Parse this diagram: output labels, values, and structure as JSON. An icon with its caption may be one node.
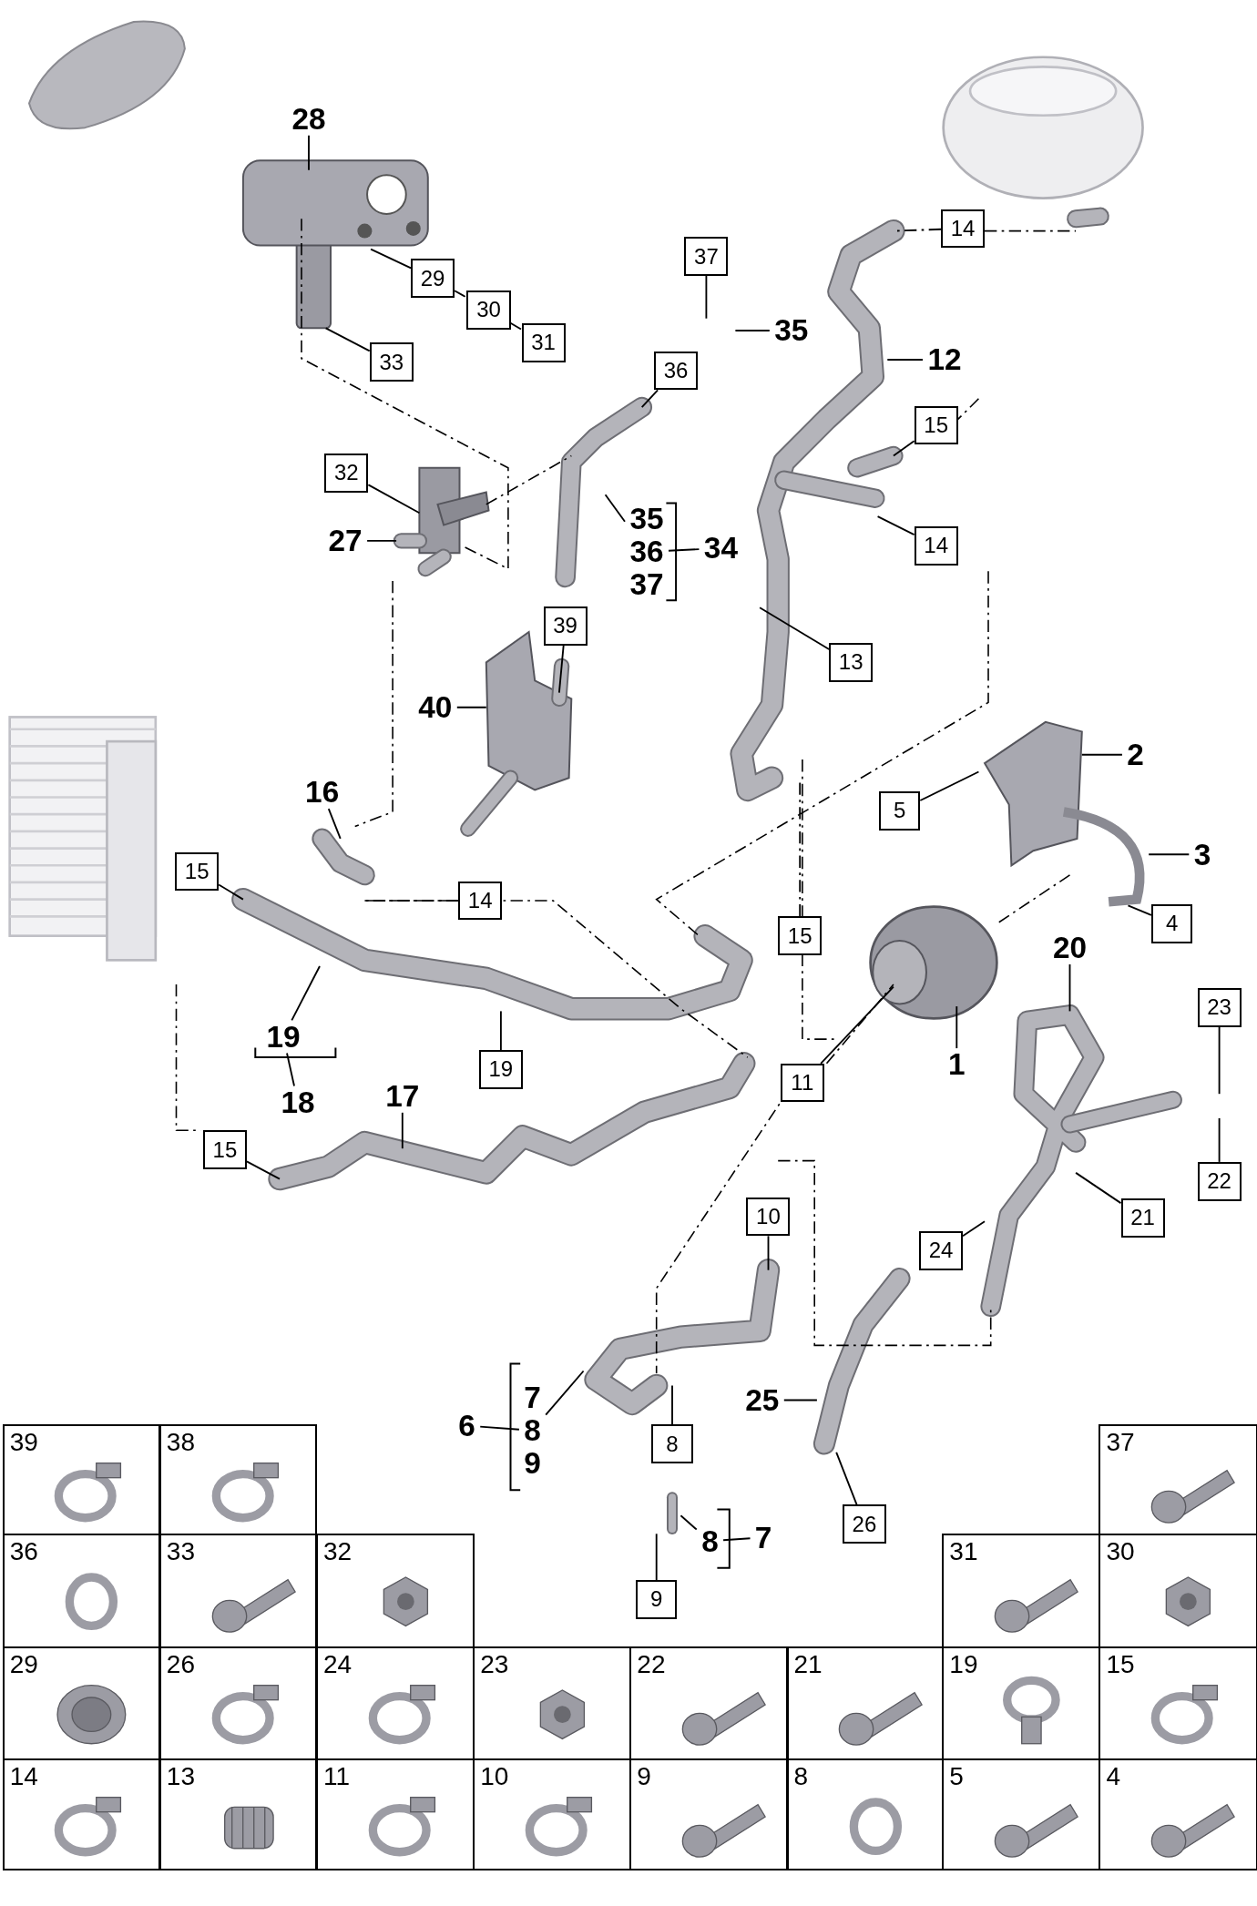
{
  "diagram": {
    "nodes": [
      {
        "text": [
          "28"
        ]
      },
      {
        "text": [
          "29"
        ]
      },
      {
        "text": [
          "30"
        ]
      },
      {
        "text": [
          "31"
        ]
      },
      {
        "text": [
          "33"
        ]
      },
      {
        "text": [
          "32"
        ]
      },
      {
        "text": [
          "27"
        ]
      },
      {
        "text": [
          "37"
        ]
      },
      {
        "text": [
          "35"
        ]
      },
      {
        "text": [
          "36"
        ]
      },
      {
        "text": [
          "14"
        ]
      },
      {
        "text": [
          "12"
        ]
      },
      {
        "text": [
          "15"
        ]
      },
      {
        "text": [
          "14"
        ]
      },
      {
        "text": [
          "35",
          "36",
          "37"
        ]
      },
      {
        "text": [
          "34"
        ]
      },
      {
        "text": [
          "39"
        ]
      },
      {
        "text": [
          "13"
        ]
      },
      {
        "text": [
          "40"
        ]
      },
      {
        "text": [
          "16"
        ]
      },
      {
        "text": [
          "15"
        ]
      },
      {
        "text": [
          "14"
        ]
      },
      {
        "text": [
          "5"
        ]
      },
      {
        "text": [
          "2"
        ]
      },
      {
        "text": [
          "3"
        ]
      },
      {
        "text": [
          "4"
        ]
      },
      {
        "text": [
          "15"
        ]
      },
      {
        "text": [
          "20"
        ]
      },
      {
        "text": [
          "1"
        ]
      },
      {
        "text": [
          "19"
        ]
      },
      {
        "text": [
          "18"
        ]
      },
      {
        "text": [
          "19"
        ]
      },
      {
        "text": [
          "17"
        ]
      },
      {
        "text": [
          "15"
        ]
      },
      {
        "text": [
          "11"
        ]
      },
      {
        "text": [
          "23"
        ]
      },
      {
        "text": [
          "22"
        ]
      },
      {
        "text": [
          "21"
        ]
      },
      {
        "text": [
          "10"
        ]
      },
      {
        "text": [
          "24"
        ]
      },
      {
        "text": [
          "7",
          "8",
          "9"
        ]
      },
      {
        "text": [
          "6"
        ]
      },
      {
        "text": [
          "25"
        ]
      },
      {
        "text": [
          "8"
        ]
      },
      {
        "text": [
          "26"
        ]
      },
      {
        "text": [
          "8"
        ]
      },
      {
        "text": [
          "7"
        ]
      },
      {
        "text": [
          "9"
        ]
      }
    ],
    "edges": [
      {
        "from": 0,
        "to": null,
        "arrow": "none"
      },
      {
        "from": 1,
        "to": null,
        "arrow": "none"
      },
      {
        "from": 1,
        "to": 2,
        "arrow": "none",
        "style": "dashed"
      },
      {
        "from": 2,
        "to": 3,
        "arrow": "none",
        "style": "dashed"
      },
      {
        "from": 4,
        "to": null,
        "arrow": "none"
      },
      {
        "from": 5,
        "to": null,
        "arrow": "none"
      },
      {
        "from": 6,
        "to": null,
        "arrow": "none"
      },
      {
        "from": 7,
        "to": null,
        "arrow": "none"
      },
      {
        "from": 8,
        "to": null,
        "arrow": "none"
      },
      {
        "from": 9,
        "to": null,
        "arrow": "none"
      },
      {
        "from": 10,
        "to": null,
        "arrow": "none",
        "style": "dashed"
      },
      {
        "from": 11,
        "to": null,
        "arrow": "none"
      },
      {
        "from": 12,
        "to": null,
        "arrow": "none"
      },
      {
        "from": 13,
        "to": null,
        "arrow": "none"
      },
      {
        "from": 15,
        "to": 14,
        "arrow": "none"
      },
      {
        "from": 14,
        "to": null,
        "arrow": "none"
      },
      {
        "from": 16,
        "to": null,
        "arrow": "none"
      },
      {
        "from": 17,
        "to": null,
        "arrow": "none"
      },
      {
        "from": 18,
        "to": null,
        "arrow": "none"
      },
      {
        "from": 19,
        "to": null,
        "arrow": "none"
      },
      {
        "from": 20,
        "to": null,
        "arrow": "none"
      },
      {
        "from": 21,
        "to": null,
        "arrow": "none",
        "style": "dashed"
      },
      {
        "from": 22,
        "to": null,
        "arrow": "none"
      },
      {
        "from": 23,
        "to": null,
        "arrow": "none"
      },
      {
        "from": 24,
        "to": null,
        "arrow": "none"
      },
      {
        "from": 25,
        "to": null,
        "arrow": "none"
      },
      {
        "from": 26,
        "to": null,
        "arrow": "none",
        "style": "dashed"
      },
      {
        "from": 27,
        "to": null,
        "arrow": "none"
      },
      {
        "from": 28,
        "to": null,
        "arrow": "none"
      },
      {
        "from": 29,
        "to": null,
        "arrow": "none"
      },
      {
        "from": 30,
        "to": 29,
        "arrow": "none"
      },
      {
        "from": 31,
        "to": null,
        "arrow": "none"
      },
      {
        "from": 32,
        "to": null,
        "arrow": "none"
      },
      {
        "from": 33,
        "to": null,
        "arrow": "none"
      },
      {
        "from": 34,
        "to": null,
        "arrow": "none"
      },
      {
        "from": 35,
        "to": null,
        "arrow": "none"
      },
      {
        "from": 36,
        "to": null,
        "arrow": "none"
      },
      {
        "from": 37,
        "to": null,
        "arrow": "none"
      },
      {
        "from": 38,
        "to": null,
        "arrow": "none"
      },
      {
        "from": 39,
        "to": null,
        "arrow": "none"
      },
      {
        "from": 40,
        "to": null,
        "arrow": "none"
      },
      {
        "from": 41,
        "to": 40,
        "arrow": "none"
      },
      {
        "from": 42,
        "to": null,
        "arrow": "none"
      },
      {
        "from": 43,
        "to": null,
        "arrow": "none"
      },
      {
        "from": 44,
        "to": null,
        "arrow": "none"
      },
      {
        "from": 45,
        "to": null,
        "arrow": "none"
      },
      {
        "from": 46,
        "to": 45,
        "arrow": "none"
      },
      {
        "from": 47,
        "to": null,
        "arrow": "none"
      }
    ],
    "labels": [
      "39",
      "38",
      "37",
      "36",
      "33",
      "32",
      "31",
      "30",
      "29",
      "26",
      "24",
      "23",
      "22",
      "21",
      "19",
      "15",
      "14",
      "13",
      "11",
      "10",
      "9",
      "8",
      "5",
      "4"
    ]
  }
}
